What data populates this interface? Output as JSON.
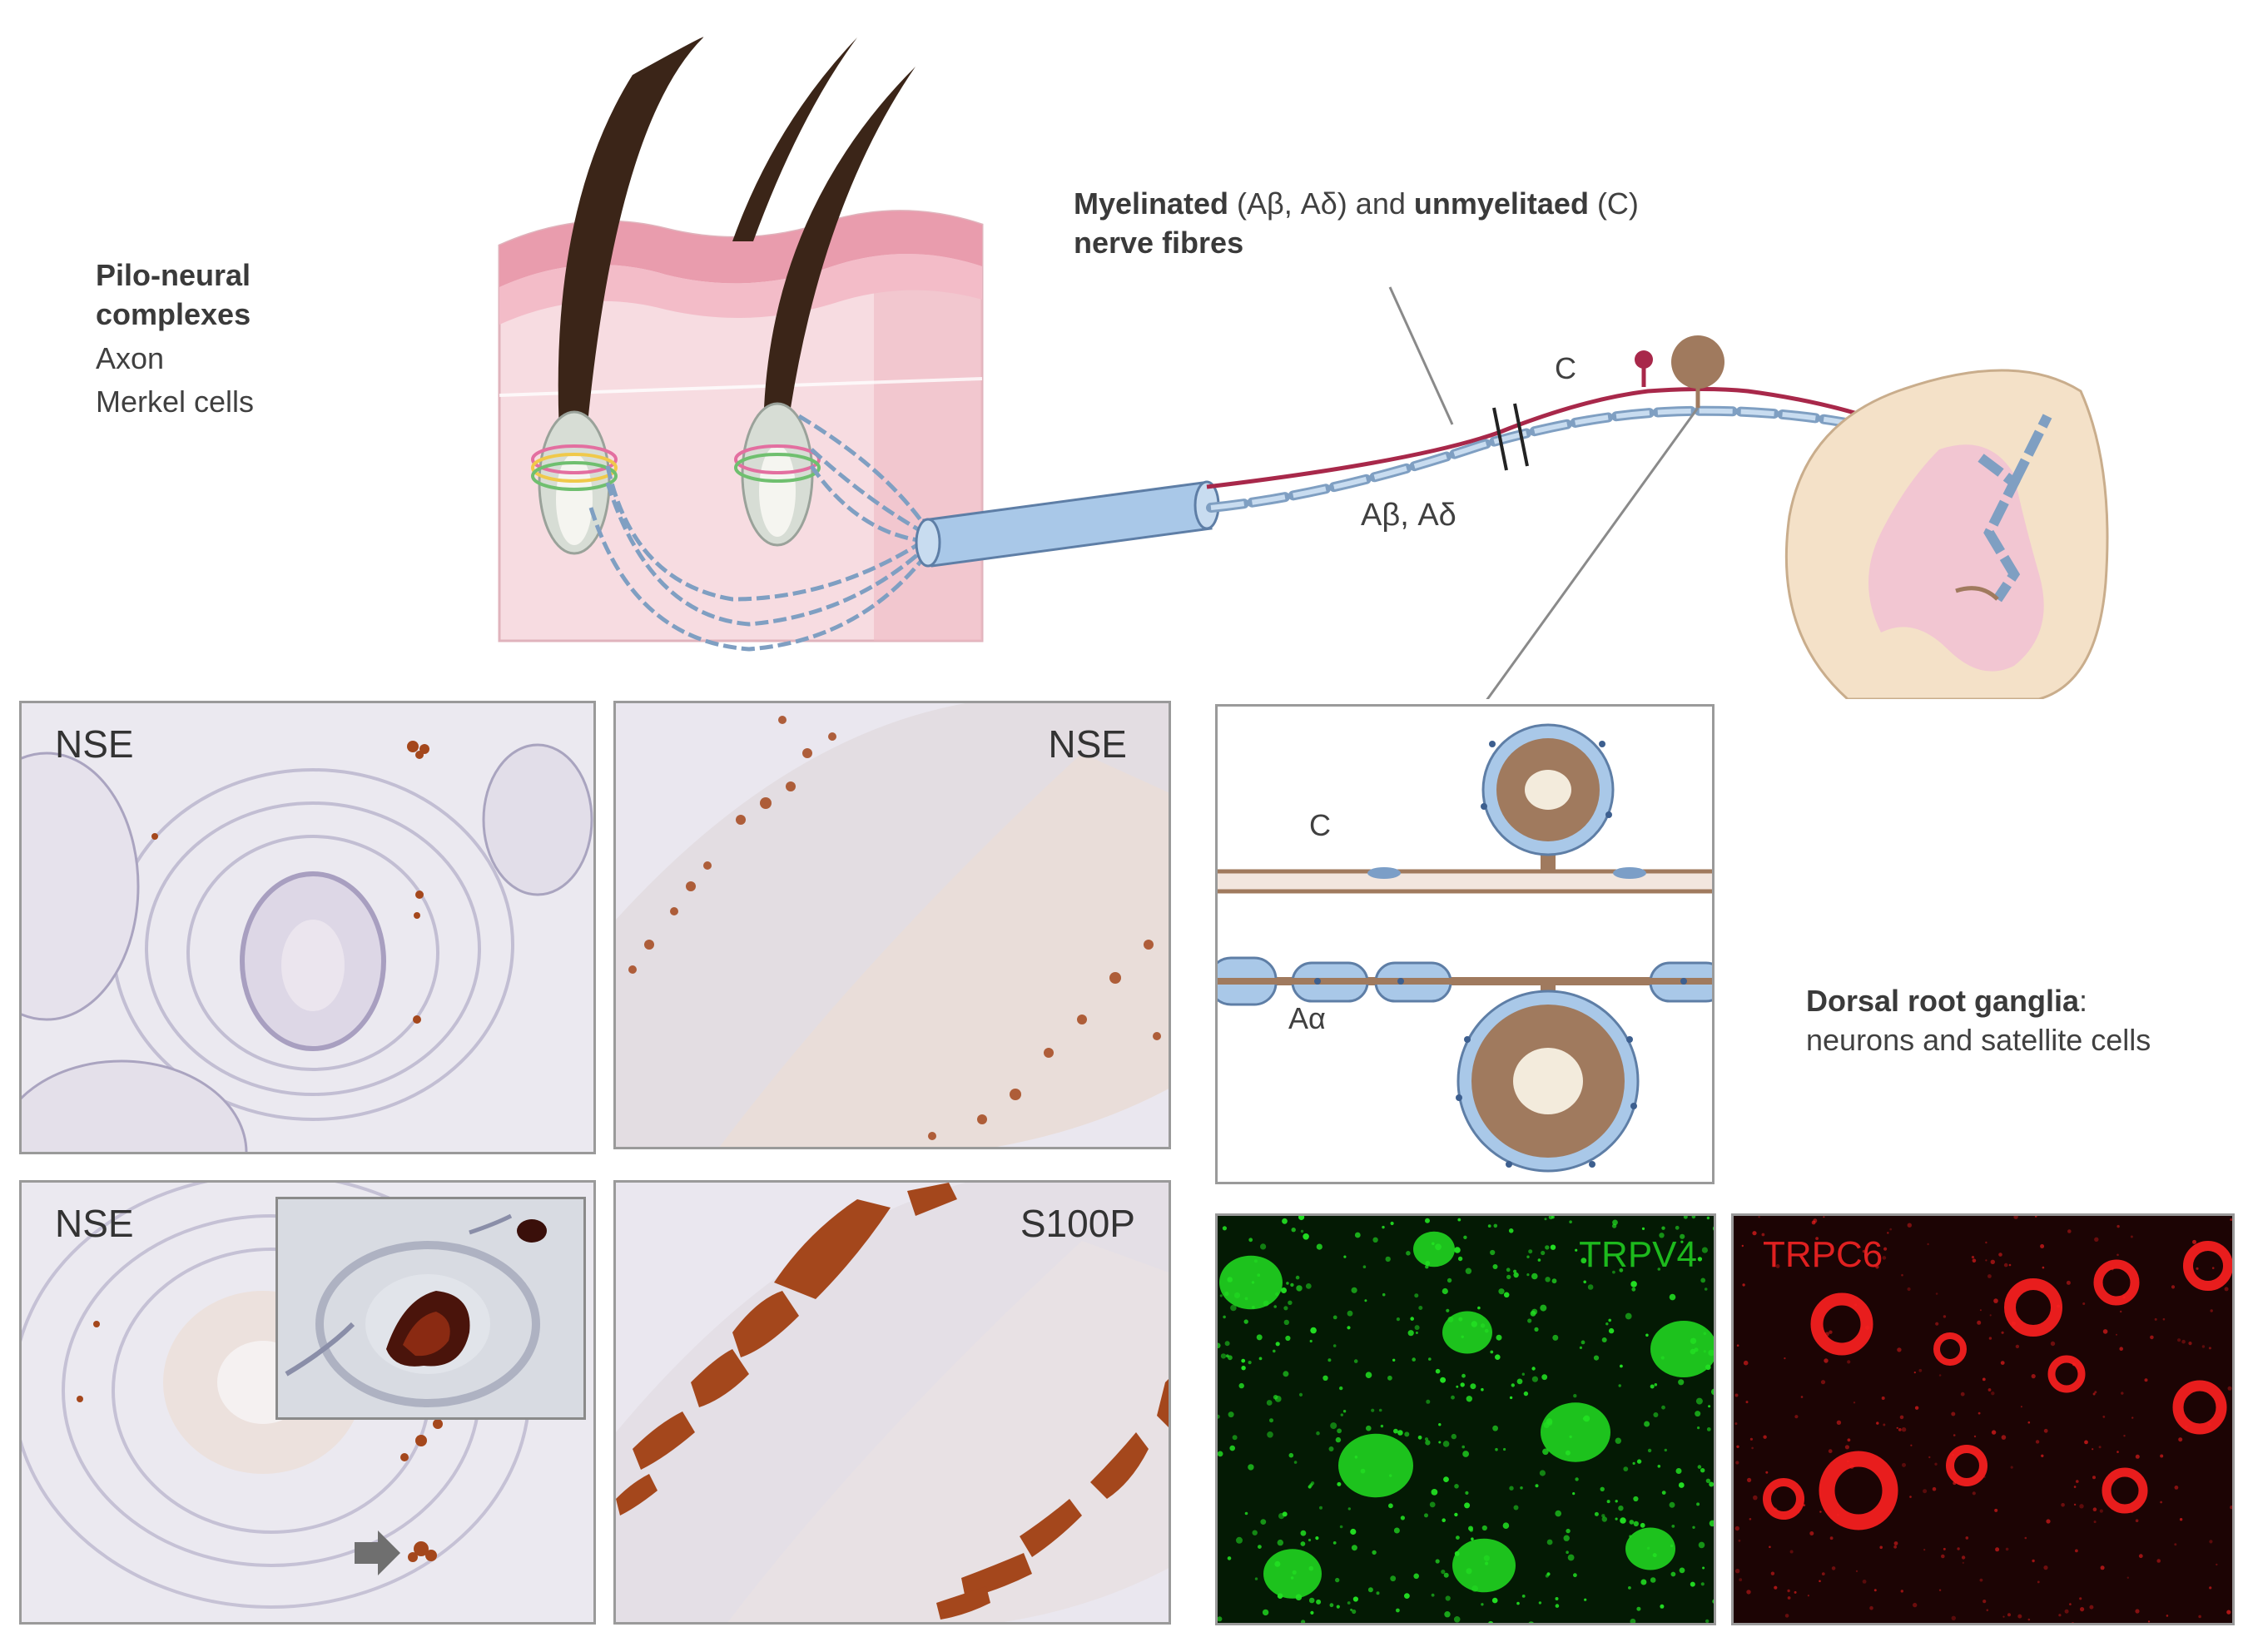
{
  "labels": {
    "pilo_title": "Pilo-neural complexes",
    "pilo_item1": "Axon",
    "pilo_item2": "Merkel cells",
    "fibre_myelinated": "Myelinated",
    "fibre_greek1": " (Aβ, Aδ) and ",
    "fibre_unmyelinated": "unmyelitaed",
    "fibre_greek2": " (C)",
    "fibre_line2": "nerve fibres",
    "fibre_c": "C",
    "fibre_ab": "Aβ, Aδ",
    "drg_title": "Dorsal root ganglia",
    "drg_colon": ":",
    "drg_sub": "neurons and satellite cells",
    "detail_c": "C",
    "detail_aa": "Aα"
  },
  "panels": {
    "p1": "NSE",
    "p2": "NSE",
    "p3": "NSE",
    "p4": "S100P",
    "fluor_green": "TRPV4",
    "fluor_red": "TRPC6"
  },
  "colors": {
    "skin_top": "#e9a0b0",
    "skin_body": "#f7d9de",
    "hair": "#3b2518",
    "axon_red": "#a8284a",
    "myelin_blue": "#a9c8e8",
    "ganglion_brown": "#a07a5e",
    "spinal_outer": "#f4e1c8",
    "spinal_grey": "#f2c6d2",
    "stain_brown": "#a4471c",
    "tissue_bg": "#eceaf0",
    "fluor_green": "#22e022",
    "fluor_red": "#ff2020"
  }
}
